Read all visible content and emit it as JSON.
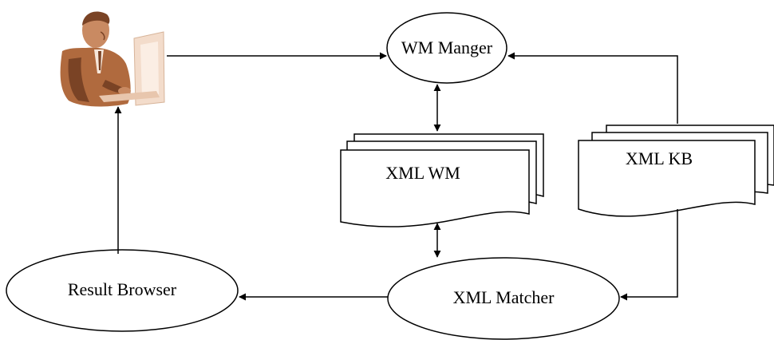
{
  "diagram": {
    "nodes": {
      "user": {
        "icon": "user-at-computer-icon"
      },
      "wm_manager": {
        "label": "WM Manger",
        "shape": "ellipse"
      },
      "xml_wm": {
        "label": "XML WM",
        "shape": "multi-document"
      },
      "xml_kb": {
        "label": "XML KB",
        "shape": "multi-document"
      },
      "xml_matcher": {
        "label": "XML Matcher",
        "shape": "ellipse"
      },
      "result_browser": {
        "label": "Result Browser",
        "shape": "ellipse"
      }
    },
    "edges": [
      {
        "from": "user",
        "to": "wm_manager",
        "direction": "forward"
      },
      {
        "from": "xml_kb",
        "to": "wm_manager",
        "direction": "forward"
      },
      {
        "from": "wm_manager",
        "to": "xml_wm",
        "direction": "both"
      },
      {
        "from": "xml_wm",
        "to": "xml_matcher",
        "direction": "both"
      },
      {
        "from": "xml_kb",
        "to": "xml_matcher",
        "direction": "forward"
      },
      {
        "from": "xml_matcher",
        "to": "result_browser",
        "direction": "forward"
      },
      {
        "from": "result_browser",
        "to": "user",
        "direction": "forward"
      }
    ],
    "colors": {
      "stroke": "#000000",
      "background": "#ffffff",
      "figure_skin": "#c98a62",
      "figure_suit": "#b06a3e",
      "figure_shadow": "#7a4325"
    }
  }
}
